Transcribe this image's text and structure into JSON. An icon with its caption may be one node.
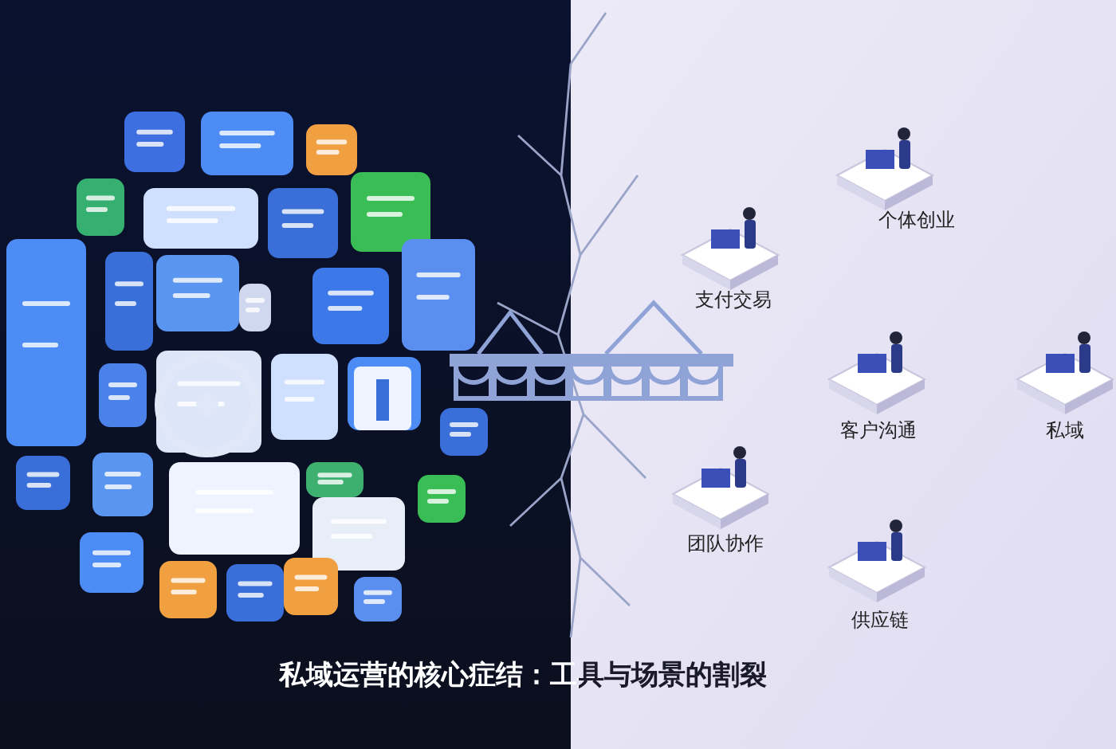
{
  "diagram": {
    "caption": "私域运营的核心症结：工具与场景的割裂",
    "labels": [
      "个体创业",
      "支付交易",
      "客户沟通",
      "私域",
      "团队协作",
      "供应链"
    ]
  }
}
